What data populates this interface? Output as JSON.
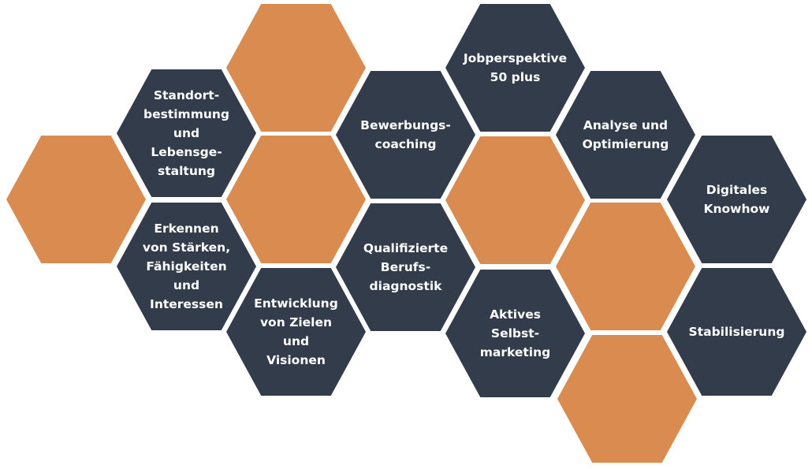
{
  "colors": {
    "dark": "#323c4b",
    "accent": "#d98b50"
  },
  "hexagons": [
    {
      "label": "Standort-\nbestimmung\nund Lebensge-\nstaltung"
    },
    {
      "label": "Erkennen\nvon Stärken,\nFähigkeiten und\nInteressen"
    },
    {
      "label": "Entwicklung\nvon Zielen und\nVisionen"
    },
    {
      "label": "Bewerbungs-\ncoaching"
    },
    {
      "label": "Qualifizierte\nBerufs-\ndiagnostik"
    },
    {
      "label": "Jobperspektive\n50 plus"
    },
    {
      "label": "Aktives Selbst-\nmarketing"
    },
    {
      "label": "Analyse und\nOptimierung"
    },
    {
      "label": "Digitales\nKnowhow"
    },
    {
      "label": "Stabilisierung"
    }
  ]
}
